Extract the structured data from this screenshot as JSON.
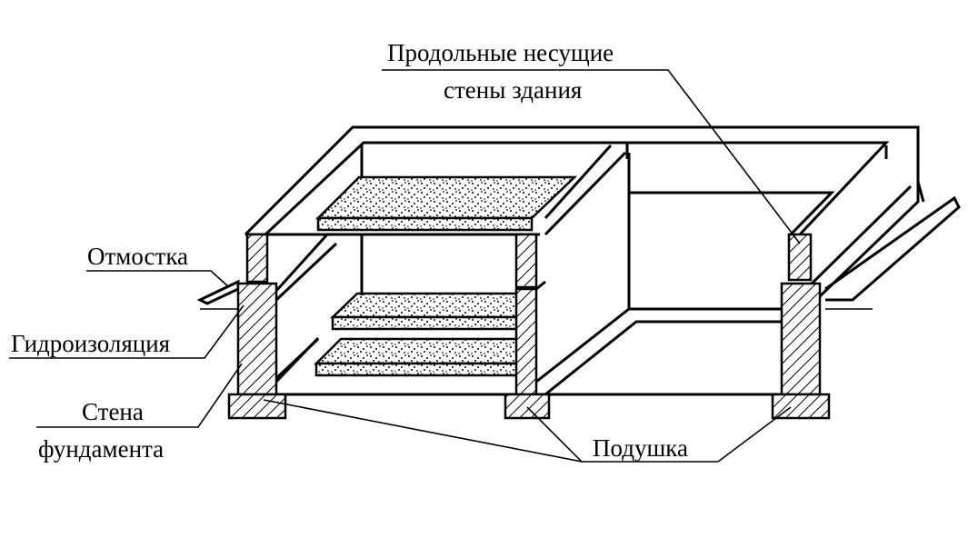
{
  "labels": {
    "longitudinal_walls_line1": "Продольные несущие",
    "longitudinal_walls_line2": "стены здания",
    "otmostka": "Отмостка",
    "waterproofing": "Гидроизоляция",
    "foundation_wall_line1": "Стена",
    "foundation_wall_line2": "фундамента",
    "cushion": "Подушка"
  },
  "colors": {
    "ink": "#000000",
    "paper": "#ffffff"
  }
}
